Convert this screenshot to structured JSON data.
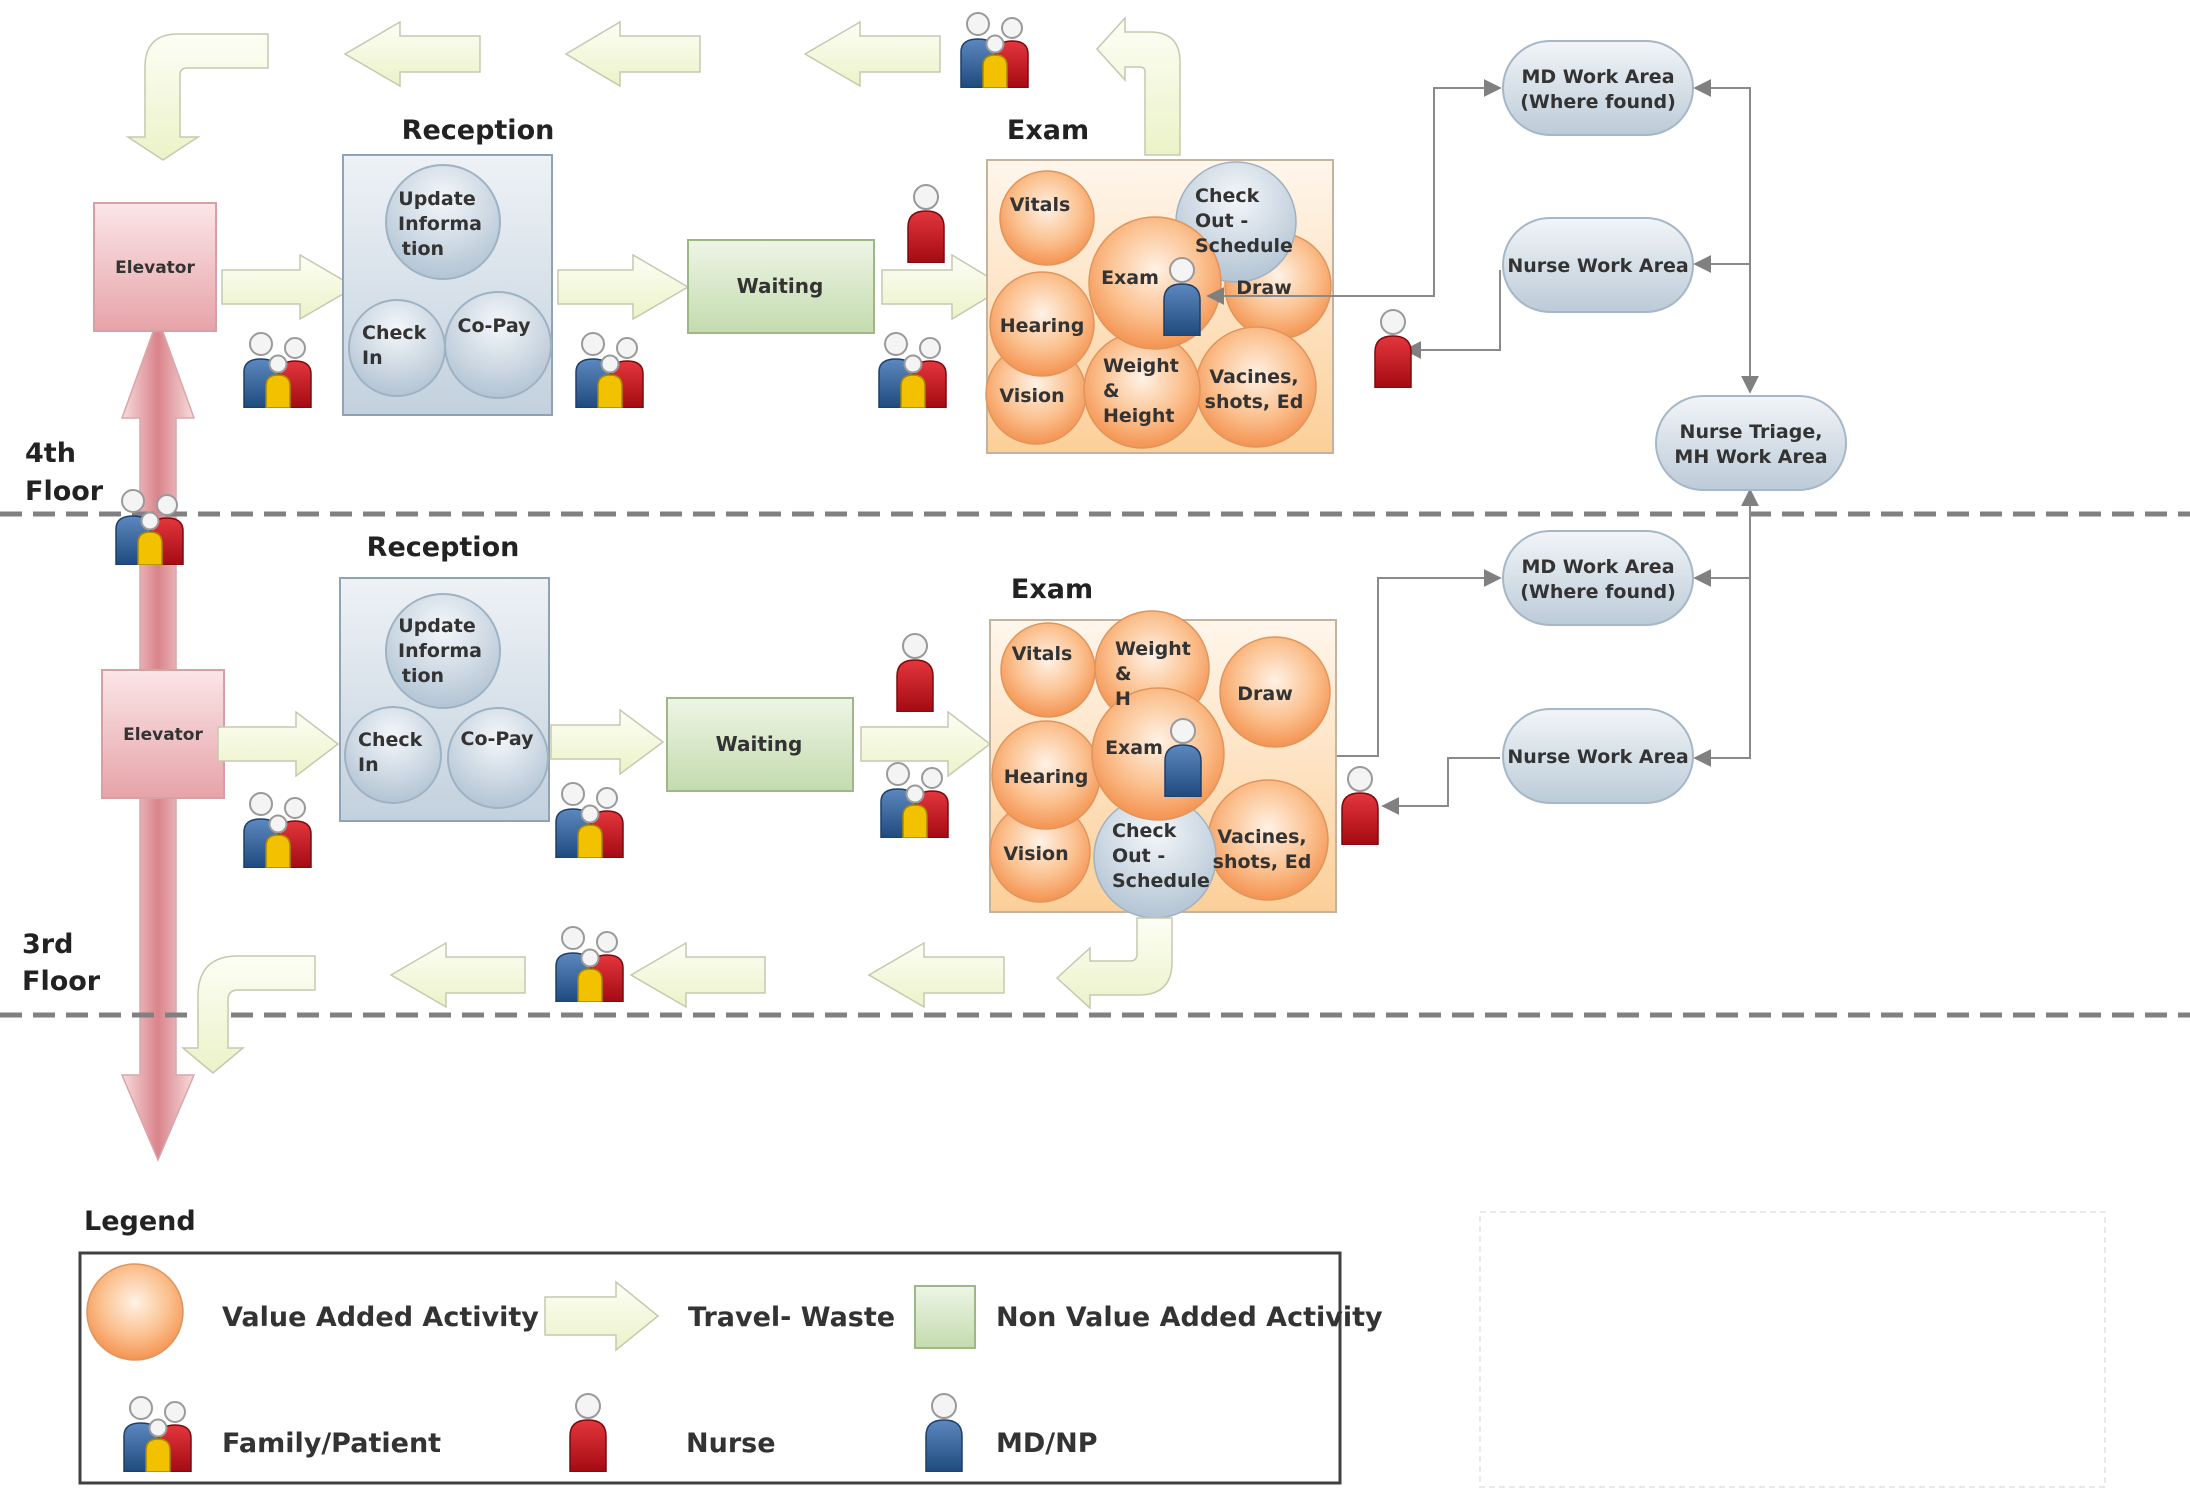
{
  "floors": [
    {
      "label_line1": "4th",
      "label_line2": "Floor",
      "elevator": "Elevator",
      "reception_title": "Reception",
      "reception": {
        "update_info": [
          "Update",
          "Informa",
          "tion"
        ],
        "check_in": [
          "Check",
          "In"
        ],
        "co_pay": [
          "Co-Pay"
        ]
      },
      "waiting": "Waiting",
      "exam_title": "Exam",
      "exam": {
        "vitals": [
          "Vitals"
        ],
        "check_out": [
          "Check",
          "Out -",
          "Schedule"
        ],
        "exam": [
          "Exam"
        ],
        "draw": [
          "Draw"
        ],
        "hearing": [
          "Hearing"
        ],
        "weight_height": [
          "Weight",
          "&",
          "Height"
        ],
        "vacines": [
          "Vacines,",
          "shots, Ed"
        ],
        "vision": [
          "Vision"
        ]
      },
      "md_area": [
        "MD Work Area",
        "(Where found)"
      ],
      "nurse_area": [
        "Nurse Work Area"
      ]
    },
    {
      "label_line1": "3rd",
      "label_line2": "Floor",
      "elevator": "Elevator",
      "reception_title": "Reception",
      "reception": {
        "update_info": [
          "Update",
          "Informa",
          "tion"
        ],
        "check_in": [
          "Check",
          "In"
        ],
        "co_pay": [
          "Co-Pay"
        ]
      },
      "waiting": "Waiting",
      "exam_title": "Exam",
      "exam": {
        "vitals": [
          "Vitals"
        ],
        "weight_height": [
          "Weight",
          "&",
          "H"
        ],
        "draw": [
          "Draw"
        ],
        "exam": [
          "Exam"
        ],
        "hearing": [
          "Hearing"
        ],
        "vision": [
          "Vision"
        ],
        "check_out": [
          "Check",
          "Out -",
          "Schedule"
        ],
        "vacines": [
          "Vacines,",
          "shots, Ed"
        ]
      },
      "md_area": [
        "MD Work Area",
        "(Where found)"
      ],
      "nurse_area": [
        "Nurse Work Area"
      ]
    }
  ],
  "nurse_triage": [
    "Nurse  Triage,",
    "MH Work Area"
  ],
  "legend": {
    "title": "Legend",
    "value_added": "Value Added Activity",
    "travel": "Travel- Waste",
    "non_value_added": "Non Value Added Activity",
    "family": "Family/Patient",
    "nurse": "Nurse",
    "md": "MD/NP"
  },
  "colors": {
    "value_added": "#f59a5a",
    "non_value_added": "#cfe3bd",
    "travel": "#f3f7d8",
    "elevator": "#e9a9ae",
    "work_area": "#c9d6e2",
    "nurse": "#c8101a",
    "md": "#2a5b94",
    "patient_yellow": "#f2c200"
  }
}
